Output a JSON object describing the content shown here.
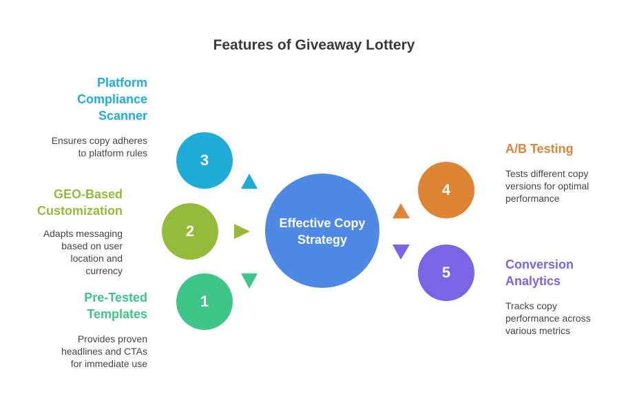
{
  "title": "Features of Giveaway Lottery",
  "center": {
    "label": "Effective Copy Strategy",
    "color": "#4f89e6"
  },
  "items": [
    {
      "number": "1",
      "title": "Pre-Tested Templates",
      "description": "Provides proven headlines and CTAs for immediate use",
      "color": "#3dc687"
    },
    {
      "number": "2",
      "title": "GEO-Based Customization",
      "description": "Adapts messaging based on user location and currency",
      "color": "#94bb3a"
    },
    {
      "number": "3",
      "title": "Platform Compliance Scanner",
      "description": "Ensures copy adheres to platform rules",
      "color": "#20acd9"
    },
    {
      "number": "4",
      "title": "A/B Testing",
      "description": "Tests different copy versions for optimal performance",
      "color": "#df8432"
    },
    {
      "number": "5",
      "title": "Conversion Analytics",
      "description": "Tracks copy performance across various metrics",
      "color": "#7d63e6"
    }
  ]
}
